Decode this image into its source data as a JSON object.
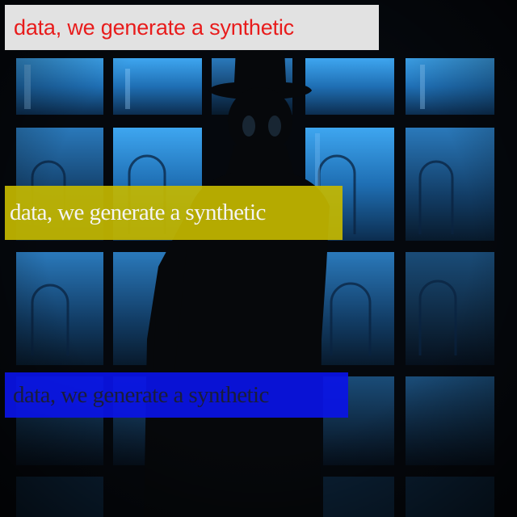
{
  "captions": {
    "top": {
      "text": "data, we generate a synthetic",
      "background": "rgba(238,238,238,0.95)",
      "color": "#e81c1c"
    },
    "middle": {
      "text": "data, we generate a synthetic",
      "background": "rgba(196,184,0,0.92)",
      "color": "#f4f4f4"
    },
    "bottom": {
      "text": "data, we generate a synthetic",
      "background": "rgba(10,20,230,0.92)",
      "color": "#1a1d3a"
    }
  },
  "photo": {
    "subject": "silhouette of a person in a hat standing before a large multi-pane window",
    "palette": {
      "frame": "#05080d",
      "glass_bright": "#2f8ed9",
      "glass_mid": "#1e5f9d",
      "glass_dark": "#0d2a46",
      "silhouette": "#06080b"
    }
  }
}
